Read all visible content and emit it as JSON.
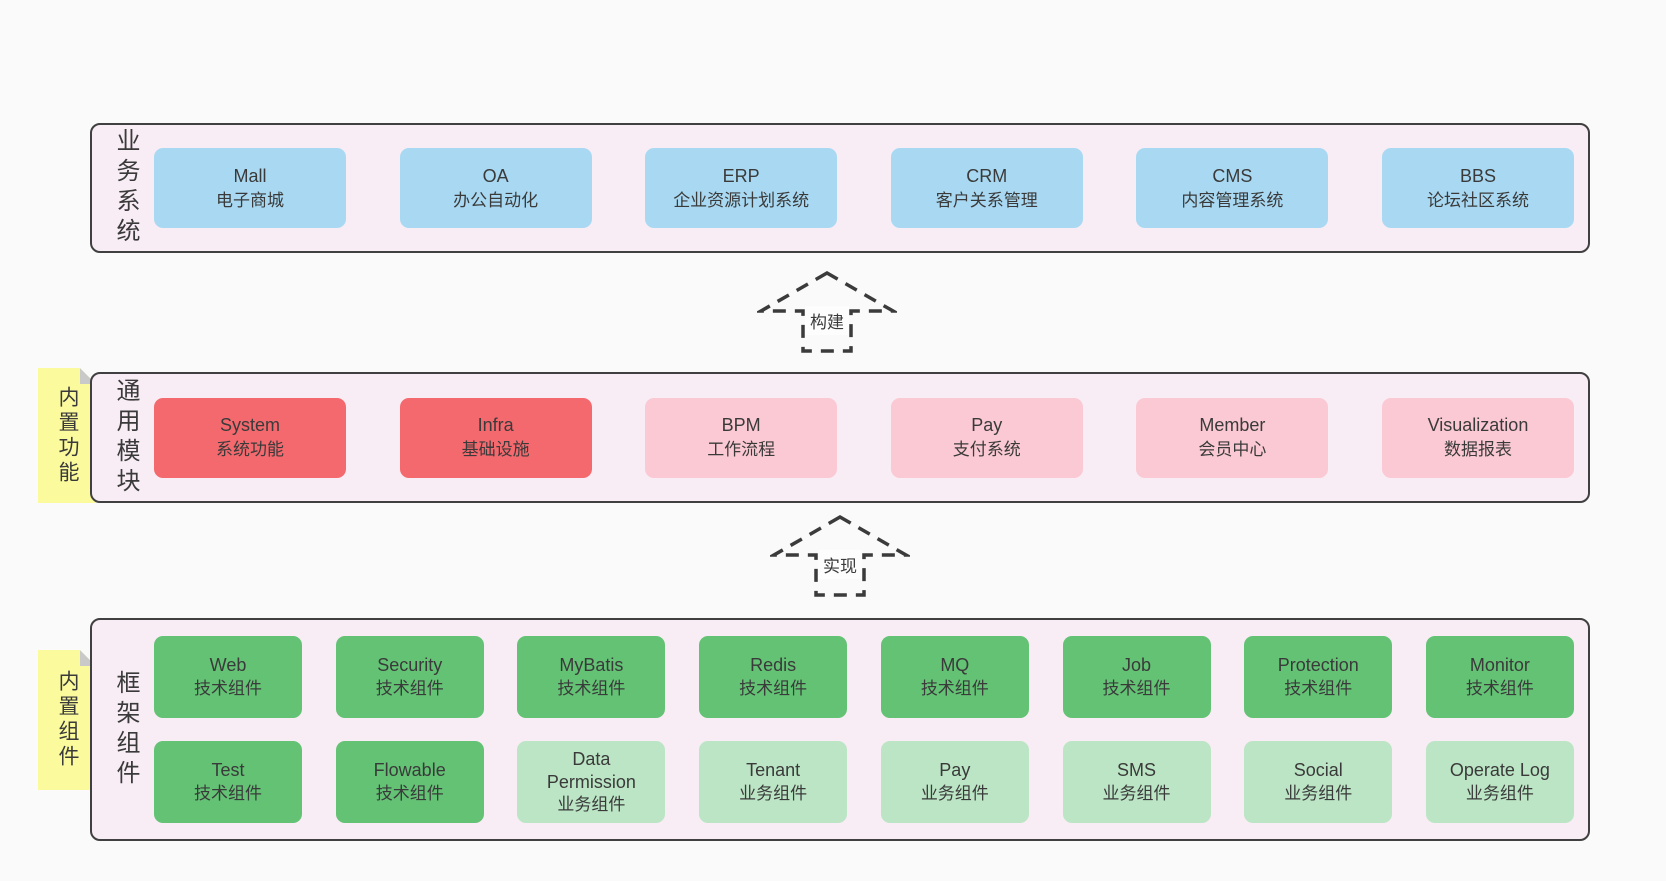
{
  "colors": {
    "panel": "#F8EDF5",
    "border": "#404040",
    "blue": "#A9D9F2",
    "red": "#F4696E",
    "pink": "#FAC9D3",
    "green": "#63C274",
    "lightgreen": "#BBE5C4",
    "sticky": "#FBFB9E",
    "fold": "#C9C9C9",
    "background": "#FAFAFA",
    "text": "#3A3A3A"
  },
  "sections": {
    "business": {
      "label": "业务系统",
      "boxes": [
        {
          "title": "Mall",
          "subtitle": "电子商城"
        },
        {
          "title": "OA",
          "subtitle": "办公自动化"
        },
        {
          "title": "ERP",
          "subtitle": "企业资源计划系统"
        },
        {
          "title": "CRM",
          "subtitle": "客户关系管理"
        },
        {
          "title": "CMS",
          "subtitle": "内容管理系统"
        },
        {
          "title": "BBS",
          "subtitle": "论坛社区系统"
        }
      ]
    },
    "build_arrow": {
      "label": "构建"
    },
    "common": {
      "label": "通用模块",
      "sticky": "内置功能",
      "boxes": [
        {
          "title": "System",
          "subtitle": "系统功能"
        },
        {
          "title": "Infra",
          "subtitle": "基础设施"
        },
        {
          "title": "BPM",
          "subtitle": "工作流程"
        },
        {
          "title": "Pay",
          "subtitle": "支付系统"
        },
        {
          "title": "Member",
          "subtitle": "会员中心"
        },
        {
          "title": "Visualization",
          "subtitle": "数据报表"
        }
      ]
    },
    "implement_arrow": {
      "label": "实现"
    },
    "framework": {
      "label": "框架组件",
      "sticky": "内置组件",
      "row_a": [
        {
          "title": "Web",
          "subtitle": "技术组件"
        },
        {
          "title": "Security",
          "subtitle": "技术组件"
        },
        {
          "title": "MyBatis",
          "subtitle": "技术组件"
        },
        {
          "title": "Redis",
          "subtitle": "技术组件"
        },
        {
          "title": "MQ",
          "subtitle": "技术组件"
        },
        {
          "title": "Job",
          "subtitle": "技术组件"
        },
        {
          "title": "Protection",
          "subtitle": "技术组件"
        },
        {
          "title": "Monitor",
          "subtitle": "技术组件"
        }
      ],
      "row_b": [
        {
          "title": "Test",
          "subtitle": "技术组件"
        },
        {
          "title": "Flowable",
          "subtitle": "技术组件"
        },
        {
          "title": "Data Permission",
          "subtitle": "业务组件"
        },
        {
          "title": "Tenant",
          "subtitle": "业务组件"
        },
        {
          "title": "Pay",
          "subtitle": "业务组件"
        },
        {
          "title": "SMS",
          "subtitle": "业务组件"
        },
        {
          "title": "Social",
          "subtitle": "业务组件"
        },
        {
          "title": "Operate Log",
          "subtitle": "业务组件"
        }
      ]
    }
  }
}
